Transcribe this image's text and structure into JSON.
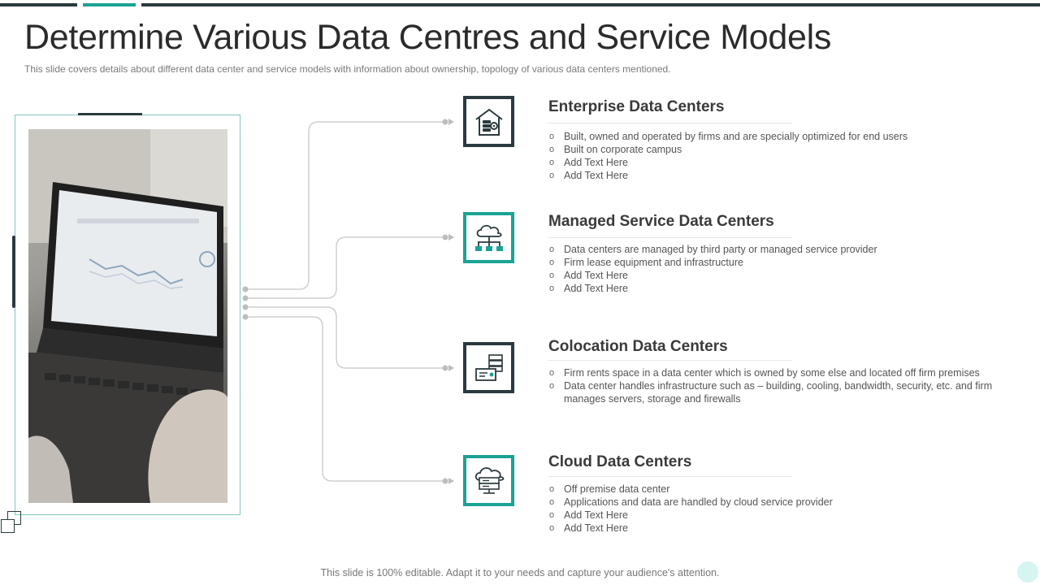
{
  "header": {
    "title": "Determine Various Data Centres and Service Models",
    "subtitle": "This slide covers details about different data center and service models with information about ownership, topology of various data centers mentioned."
  },
  "colors": {
    "dark": "#2b3a3e",
    "teal": "#1aa394",
    "frame": "#7fc8c0"
  },
  "items": [
    {
      "title": "Enterprise Data Centers",
      "icon": "house-server-gear-icon",
      "bullets": [
        "Built, owned and operated by firms and are specially optimized for end users",
        "Built on corporate campus",
        "Add Text Here",
        "Add Text Here"
      ]
    },
    {
      "title": "Managed Service Data Centers",
      "icon": "cloud-network-icon",
      "bullets": [
        "Data centers are managed by third party or managed service provider",
        "Firm lease equipment and infrastructure",
        "Add Text Here",
        "Add Text Here"
      ]
    },
    {
      "title": "Colocation Data Centers",
      "icon": "server-rack-monitor-icon",
      "bullets": [
        "Firm rents space in a data center which is owned by some else and located off firm premises",
        "Data center handles infrastructure such as – building, cooling, bandwidth, security, etc. and firm manages servers, storage and firewalls"
      ]
    },
    {
      "title": "Cloud Data Centers",
      "icon": "cloud-server-icon",
      "bullets": [
        "Off premise data center",
        "Applications and data are handled by cloud service provider",
        "Add Text Here",
        "Add Text Here"
      ]
    }
  ],
  "footer": {
    "text": "This slide is 100% editable. Adapt it to your needs and capture your audience's attention."
  }
}
